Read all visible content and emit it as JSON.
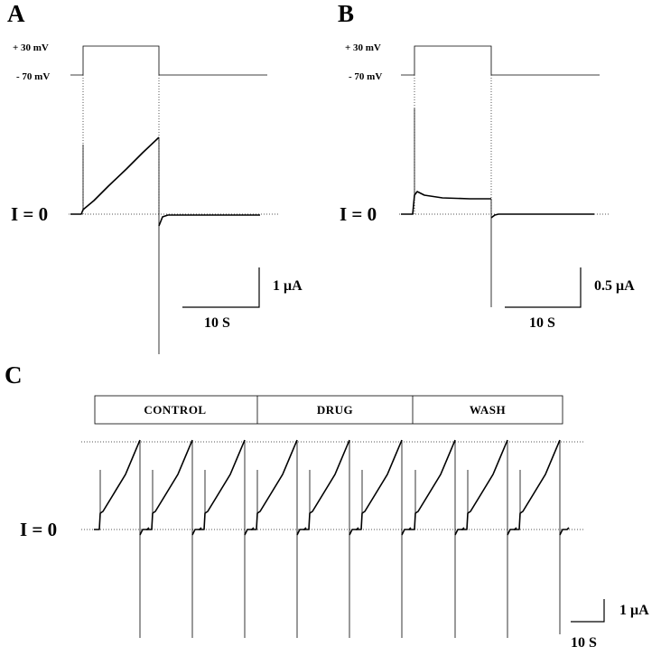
{
  "panels": {
    "a": {
      "label": "A",
      "voltage_high": "+ 30 mV",
      "voltage_low": "- 70 mV",
      "zero_label": "I = 0",
      "scale_current": "1 μA",
      "scale_time": "10 S"
    },
    "b": {
      "label": "B",
      "voltage_high": "+ 30 mV",
      "voltage_low": "- 70 mV",
      "zero_label": "I = 0",
      "scale_current": "0.5 μA",
      "scale_time": "10 S"
    },
    "c": {
      "label": "C",
      "zero_label": "I = 0",
      "conditions": [
        "CONTROL",
        "DRUG",
        "WASH"
      ],
      "scale_current": "1 μA",
      "scale_time": "10 S"
    }
  }
}
